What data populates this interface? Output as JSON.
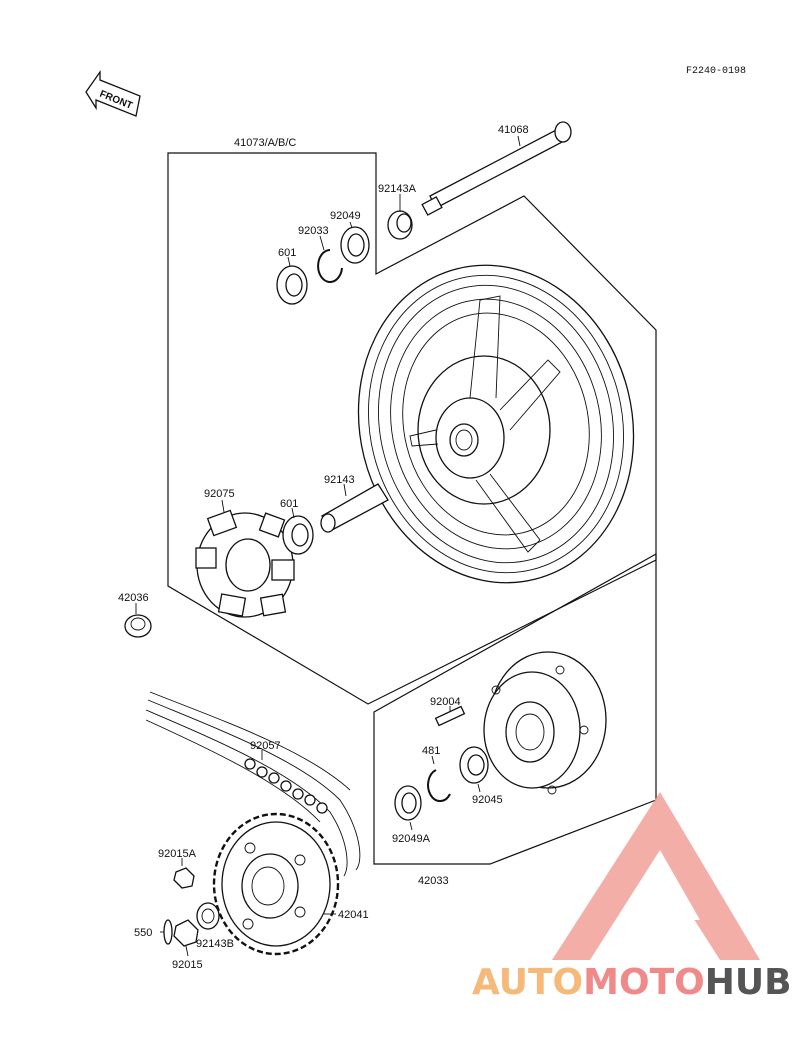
{
  "diagram_code": "F2240-0198",
  "front_label": "FRONT",
  "labels": {
    "p41073": "41073/A/B/C",
    "p41068": "41068",
    "p92143A": "92143A",
    "p92049": "92049",
    "p92033": "92033",
    "p601a": "601",
    "p92075": "92075",
    "p601b": "601",
    "p92143": "92143",
    "p42036": "42036",
    "p92004": "92004",
    "p481": "481",
    "p92045": "92045",
    "p92049A": "92049A",
    "p42033": "42033",
    "p92057": "92057",
    "p92015A": "92015A",
    "p42041": "42041",
    "p550": "550",
    "p92143B": "92143B",
    "p92015": "92015"
  },
  "watermark": {
    "part1": "AUTO",
    "part2": "MOTO",
    "part3": "HUB",
    "color1": "#f5b97a",
    "color2": "#f08a8a",
    "color3": "#555555"
  }
}
